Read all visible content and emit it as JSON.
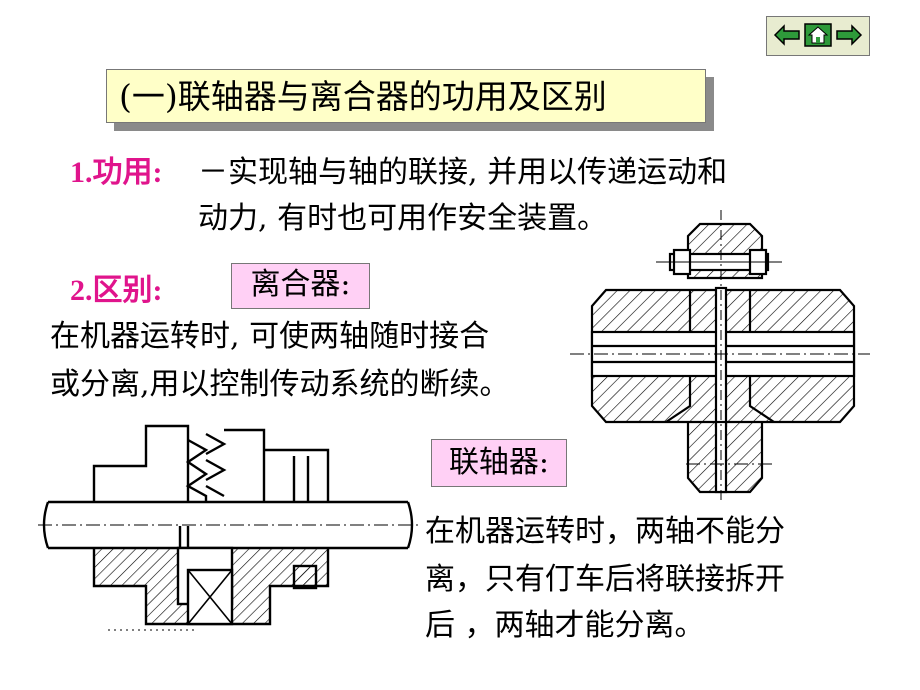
{
  "nav": {
    "prev_icon": "left-arrow-icon",
    "home_icon": "home-icon",
    "next_icon": "right-arrow-icon"
  },
  "title": "(一)联轴器与离合器的功用及区别",
  "function": {
    "label": "1.功用:",
    "line1": "－实现轴与轴的联接, 并用以传递运动和",
    "line2": "动力, 有时也可用作安全装置。"
  },
  "difference": {
    "label": "2.区别:",
    "clutch_tag": "离合器:",
    "clutch_line1": "在机器运转时, 可使两轴随时接合",
    "clutch_line2": "或分离,用以控制传动系统的断续。",
    "coupling_tag": "联轴器:",
    "coupling_line1": "在机器运转时，两轴不能分",
    "coupling_line2": "离，只有仃车后将联接拆开",
    "coupling_line3": "后 ，两轴才能分离。"
  },
  "colors": {
    "accent": "#e0148c",
    "title_bg": "#ffffc8",
    "tag_bg": "#ffd0f5"
  }
}
